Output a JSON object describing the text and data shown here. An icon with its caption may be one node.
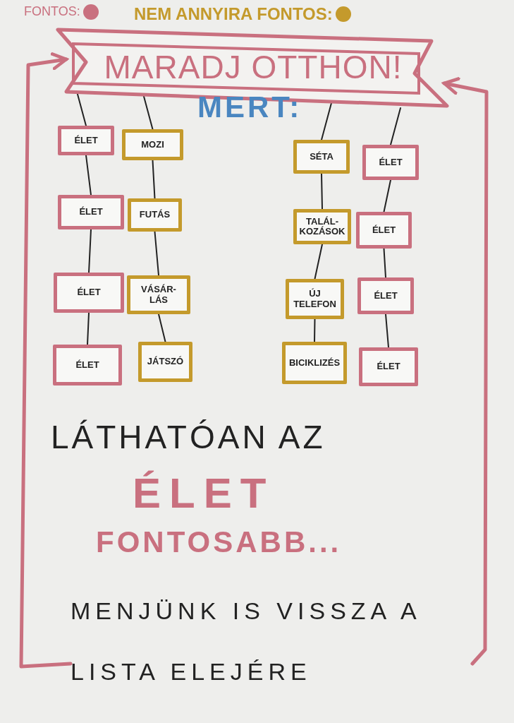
{
  "diagram": {
    "nodes": [
      {
        "text": [
          "MARADJ OTTHON!"
        ]
      },
      {
        "text": [
          "ÉLET"
        ]
      },
      {
        "text": [
          "MOZI"
        ]
      },
      {
        "text": [
          "SÉTA"
        ]
      },
      {
        "text": [
          "ÉLET"
        ]
      },
      {
        "text": [
          "ÉLET"
        ]
      },
      {
        "text": [
          "FUTÁS"
        ]
      },
      {
        "text": [
          "TALÁL- KOZÁSOK"
        ]
      },
      {
        "text": [
          "ÉLET"
        ]
      },
      {
        "text": [
          "ÉLET"
        ]
      },
      {
        "text": [
          "VÁSÁR- LÁS"
        ]
      },
      {
        "text": [
          "ÚJ TELEFON"
        ]
      },
      {
        "text": [
          "ÉLET"
        ]
      },
      {
        "text": [
          "ÉLET"
        ]
      },
      {
        "text": [
          "JÁTSZÓ"
        ]
      },
      {
        "text": [
          "BICIKLIZÉS"
        ]
      },
      {
        "text": [
          "ÉLET"
        ]
      },
      {
        "text": [
          "MENJÜNK IS VISSZA A LISTA ELEJÉRE"
        ]
      }
    ],
    "edges": [
      {
        "from": 0,
        "to": 1,
        "arrow": "none"
      },
      {
        "from": 0,
        "to": 2,
        "arrow": "none"
      },
      {
        "from": 0,
        "to": 3,
        "arrow": "none"
      },
      {
        "from": 0,
        "to": 4,
        "arrow": "none"
      },
      {
        "from": 1,
        "to": 5,
        "arrow": "none"
      },
      {
        "from": 5,
        "to": 9,
        "arrow": "none"
      },
      {
        "from": 9,
        "to": 13,
        "arrow": "none"
      },
      {
        "from": 2,
        "to": 6,
        "arrow": "none"
      },
      {
        "from": 6,
        "to": 10,
        "arrow": "none"
      },
      {
        "from": 10,
        "to": 14,
        "arrow": "none"
      },
      {
        "from": 3,
        "to": 7,
        "arrow": "none"
      },
      {
        "from": 7,
        "to": 11,
        "arrow": "none"
      },
      {
        "from": 11,
        "to": 15,
        "arrow": "none"
      },
      {
        "from": 4,
        "to": 8,
        "arrow": "none"
      },
      {
        "from": 8,
        "to": 12,
        "arrow": "none"
      },
      {
        "from": 12,
        "to": 16,
        "arrow": "none"
      },
      {
        "from": 17,
        "to": 0,
        "arrow": "to",
        "style": "thick",
        "color": "#c9707f"
      },
      {
        "from": 17,
        "to": 0,
        "arrow": "to",
        "style": "thick",
        "color": "#c9707f"
      }
    ],
    "labels": [
      "MERT:",
      "LÁTHATÓAN AZ",
      "ÉLET",
      "FONTOSABB..."
    ],
    "legend": [
      {
        "text": "FONTOS:",
        "color": "#c9707f"
      },
      {
        "text": "NEM ANNYIRA FONTOS:",
        "color": "#c49a2c"
      }
    ]
  }
}
